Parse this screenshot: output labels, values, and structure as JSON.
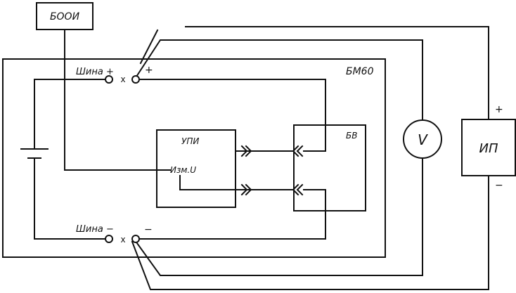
{
  "labels": {
    "booi": "БООИ",
    "bm60": "БМ60",
    "upi": "УПИ",
    "izm_u": "Изм.U",
    "bv": "БВ",
    "voltmeter": "V",
    "ip": "ИП",
    "bus_plus": "Шина +",
    "bus_minus": "Шина −",
    "plus": "+",
    "minus": "−",
    "cross": "x"
  },
  "colors": {
    "line": "#111111",
    "background": "#ffffff"
  }
}
